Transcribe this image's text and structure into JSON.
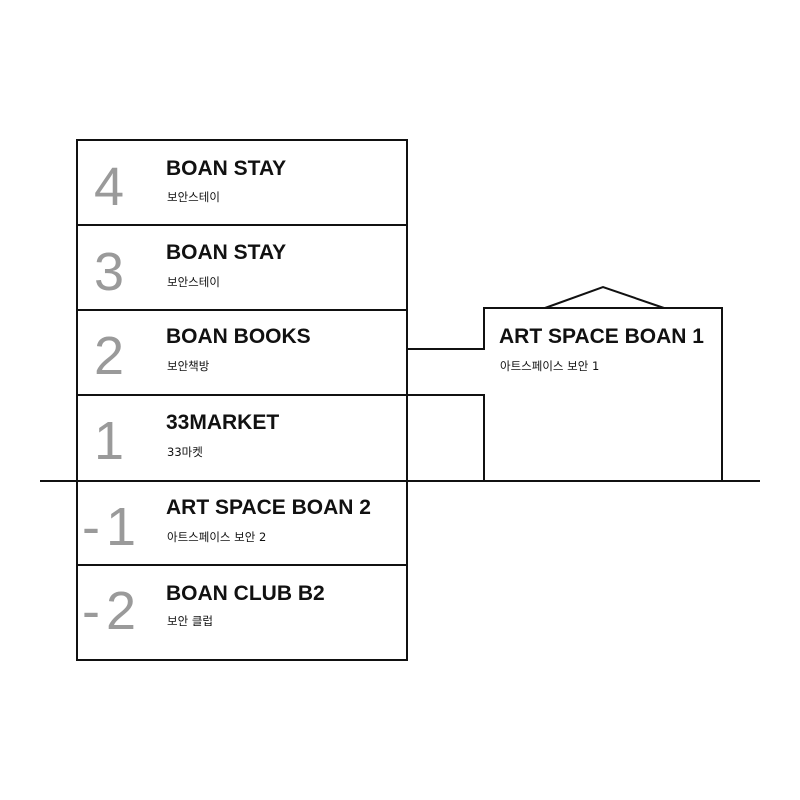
{
  "floors": [
    {
      "number": "4",
      "name": "BOAN STAY",
      "name_ko": "보안스테이"
    },
    {
      "number": "3",
      "name": "BOAN STAY",
      "name_ko": "보안스테이"
    },
    {
      "number": "2",
      "name": "BOAN BOOKS",
      "name_ko": "보안책방"
    },
    {
      "number": "1",
      "name": "33MARKET",
      "name_ko": "33마켓"
    },
    {
      "number": "-1",
      "name": "ART SPACE BOAN 2",
      "name_ko": "아트스페이스 보안 2"
    },
    {
      "number": "-2",
      "name": "BOAN CLUB B2",
      "name_ko": "보안 클럽"
    }
  ],
  "annex": {
    "name": "ART SPACE BOAN 1",
    "name_ko": "아트스페이스 보안 1"
  },
  "colors": {
    "line": "#111111",
    "floor_number": "#9a9a9a"
  }
}
